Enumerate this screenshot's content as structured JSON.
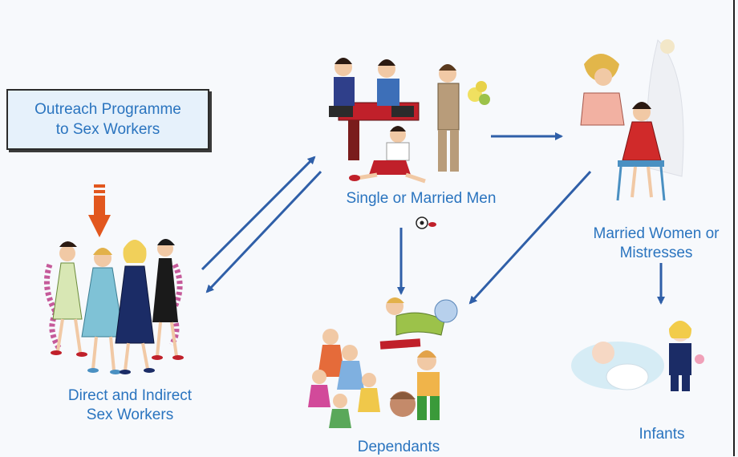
{
  "diagram": {
    "outreach_box": {
      "line1": "Outreach Programme",
      "line2": "to Sex Workers"
    },
    "nodes": {
      "sex_workers": {
        "line1": "Direct and Indirect",
        "line2": "Sex Workers"
      },
      "men": {
        "label": "Single or Married Men"
      },
      "women": {
        "line1": "Married Women or",
        "line2": "Mistresses"
      },
      "dependants": {
        "label": "Dependants"
      },
      "infants": {
        "label": "Infants"
      }
    },
    "colors": {
      "label_text": "#2a74bf",
      "arrow": "#2f5fa8",
      "outreach_arrow": "#e2571e",
      "box_fill": "#e6f1fb"
    }
  }
}
